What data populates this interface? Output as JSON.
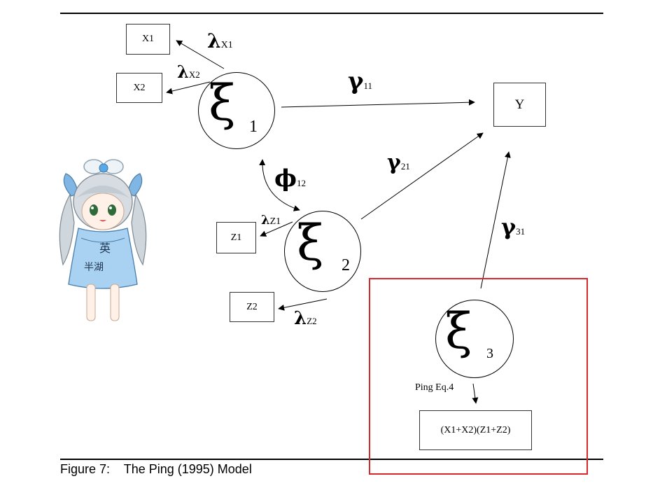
{
  "nodes": {
    "x1": "X1",
    "x2": "X2",
    "z1": "Z1",
    "z2": "Z2",
    "y": "Y",
    "product": "(X1+X2)(Z1+Z2)",
    "xi1": {
      "symbol": "ξ",
      "index": "1"
    },
    "xi2": {
      "symbol": "ξ",
      "index": "2"
    },
    "xi3": {
      "symbol": "ξ",
      "index": "3"
    }
  },
  "paths": {
    "lambda_x1": {
      "symbol": "λ",
      "sub": "X1"
    },
    "lambda_x2": {
      "symbol": "λ",
      "sub": "X2"
    },
    "lambda_z1": {
      "symbol": "λ",
      "sub": "Z1"
    },
    "lambda_z2": {
      "symbol": "λ",
      "sub": "Z2"
    },
    "gamma_11": {
      "symbol": "γ",
      "sub": "11"
    },
    "gamma_21": {
      "symbol": "γ",
      "sub": "21"
    },
    "gamma_31": {
      "symbol": "γ",
      "sub": "31"
    },
    "phi_12": {
      "symbol": "ϕ",
      "sub": "12"
    }
  },
  "annotation": "Ping Eq.4",
  "highlight_color": "#d9282b",
  "mascot_text": [
    "英",
    "半湖"
  ],
  "caption": "Figure 7:    The Ping (1995) Model"
}
